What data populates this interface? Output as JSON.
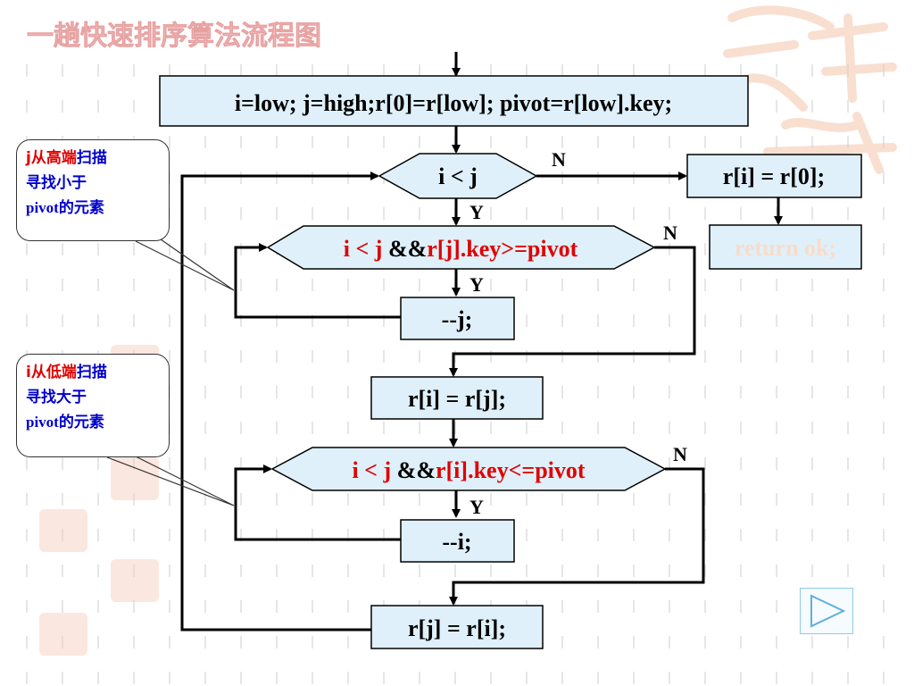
{
  "title": "一趟快速排序算法流程图",
  "boxes": {
    "init": "i=low; j=high;r[0]=r[low]; pivot=r[low].key;",
    "cond1": "i < j",
    "assign_end": "r[i] = r[0];",
    "return": "return ok;",
    "cond2_part1": "i < j",
    "cond2_part2": " &&",
    "cond2_part3": "r[j].key>=pivot",
    "dec_j": "--j;",
    "assign_ij": "r[i] = r[j];",
    "cond3_part1": "i < j",
    "cond3_part2": " &&",
    "cond3_part3": "r[i].key<=pivot",
    "dec_i": "--i;",
    "assign_ji": "r[j] = r[i];"
  },
  "labels": {
    "n1": "N",
    "y1": "Y",
    "n2": "N",
    "y2": "Y",
    "n3": "N",
    "y3": "Y"
  },
  "callouts": {
    "j_scan": {
      "var": "j",
      "from": "从高端",
      "action": "扫描",
      "line2": "寻找小于",
      "line3_a": "pivot",
      "line3_b": "的元素"
    },
    "i_scan": {
      "var": "i",
      "from": "从低端",
      "action": "扫描",
      "line2": "寻找大于",
      "line3_a": "pivot",
      "line3_b": "的元素"
    }
  },
  "colors": {
    "box_fill": "#dff0fa",
    "accent_red": "#e00000",
    "callout_blue": "#0000cc",
    "return_text": "#f8dccb"
  }
}
